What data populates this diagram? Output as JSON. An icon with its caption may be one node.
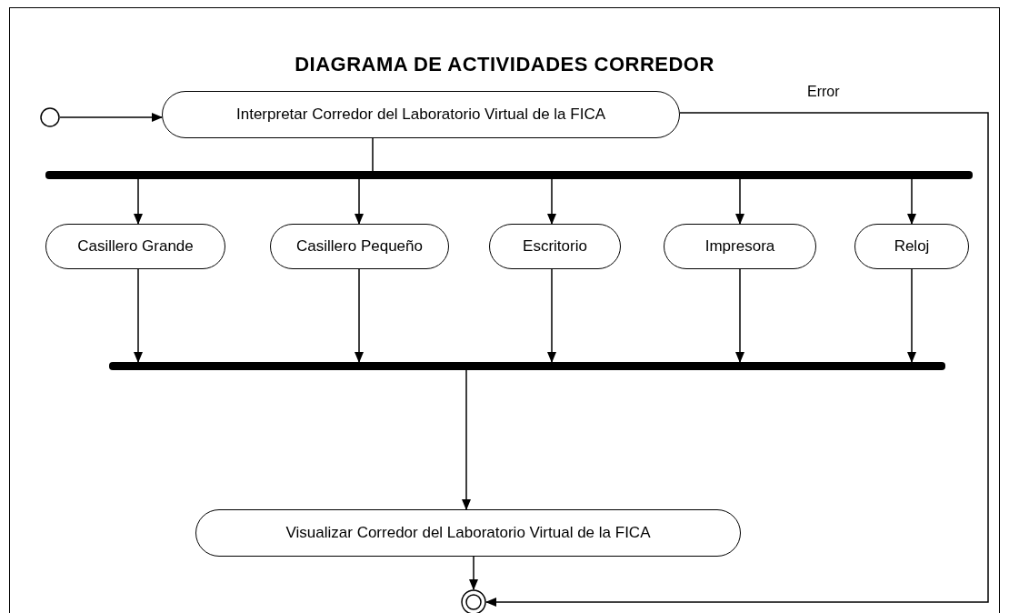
{
  "diagram": {
    "title": "DIAGRAMA DE ACTIVIDADES CORREDOR",
    "nodes": [
      {
        "text": [],
        "shape": "circle"
      },
      {
        "text": [
          "Interpretar Corredor del Laboratorio Virtual de la  FICA"
        ]
      },
      {
        "text": [],
        "shape": "bar"
      },
      {
        "text": [
          "Casillero Grande"
        ]
      },
      {
        "text": [
          "Casillero Pequeño"
        ]
      },
      {
        "text": [
          "Escritorio"
        ]
      },
      {
        "text": [
          "Impresora"
        ]
      },
      {
        "text": [
          "Reloj"
        ]
      },
      {
        "text": [],
        "shape": "bar"
      },
      {
        "text": [
          "Visualizar Corredor del Laboratorio Virtual de la  FICA"
        ]
      },
      {
        "text": [],
        "shape": "circle"
      }
    ],
    "edges": [
      {
        "from": 0,
        "to": 1,
        "arrow": "to"
      },
      {
        "from": 1,
        "to": 2,
        "arrow": "none"
      },
      {
        "from": 2,
        "to": 3,
        "arrow": "to"
      },
      {
        "from": 2,
        "to": 4,
        "arrow": "to"
      },
      {
        "from": 2,
        "to": 5,
        "arrow": "to"
      },
      {
        "from": 2,
        "to": 6,
        "arrow": "to"
      },
      {
        "from": 2,
        "to": 7,
        "arrow": "to"
      },
      {
        "from": 3,
        "to": 8,
        "arrow": "to"
      },
      {
        "from": 4,
        "to": 8,
        "arrow": "to"
      },
      {
        "from": 5,
        "to": 8,
        "arrow": "to"
      },
      {
        "from": 6,
        "to": 8,
        "arrow": "to"
      },
      {
        "from": 7,
        "to": 8,
        "arrow": "to"
      },
      {
        "from": 8,
        "to": 9,
        "arrow": "to"
      },
      {
        "from": 9,
        "to": 10,
        "arrow": "to"
      },
      {
        "from": 1,
        "to": 10,
        "arrow": "to",
        "label": "Error"
      }
    ]
  }
}
